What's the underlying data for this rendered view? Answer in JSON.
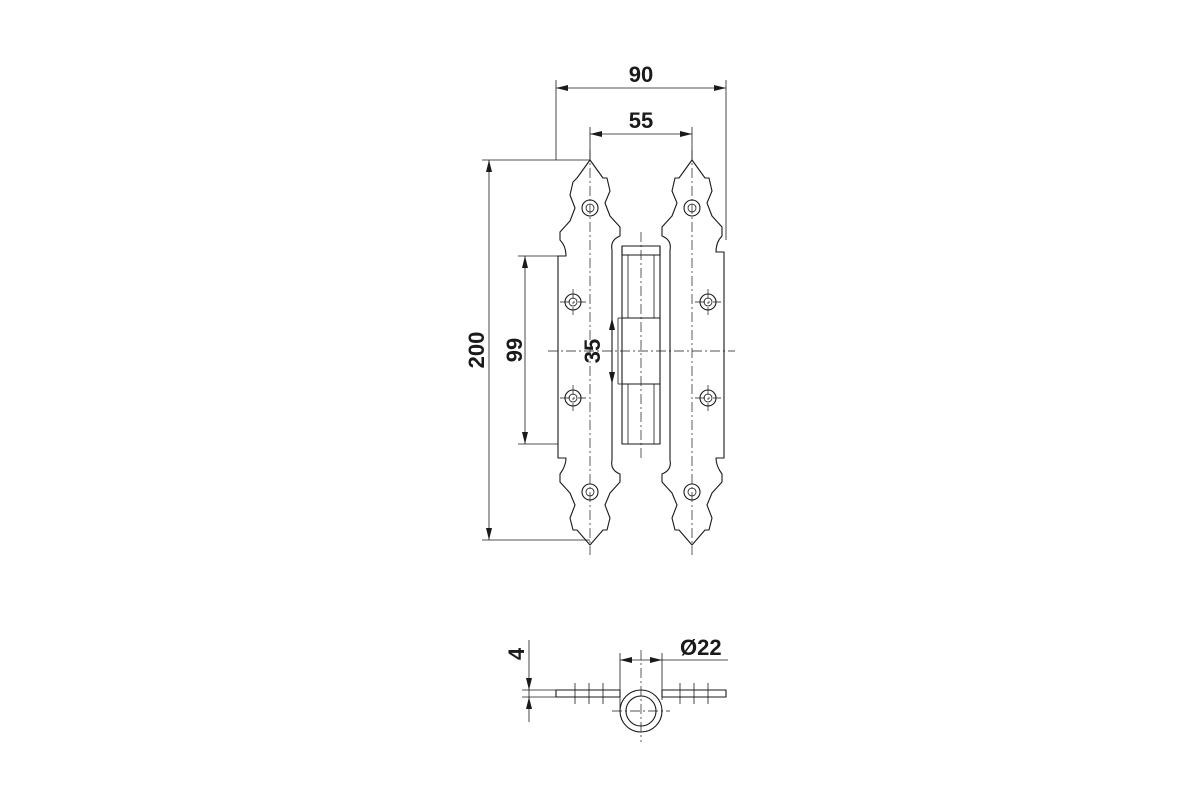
{
  "dimensions": {
    "overall_width": "90",
    "leaf_spacing": "55",
    "overall_height": "200",
    "mid_height": "99",
    "knuckle_height": "35",
    "thickness": "4",
    "pin_diameter": "Ø22"
  }
}
